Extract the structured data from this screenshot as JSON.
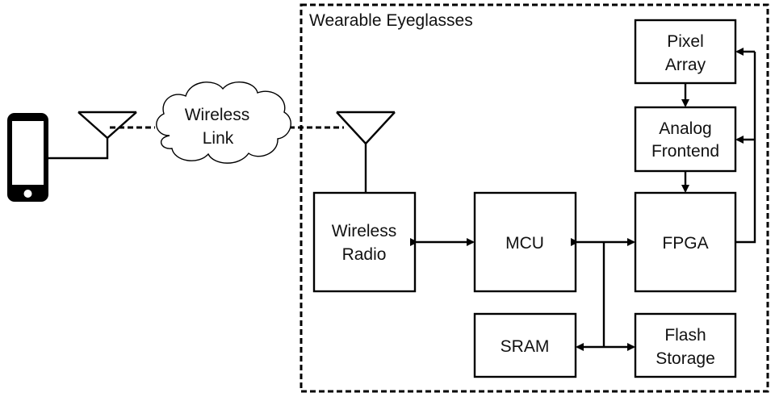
{
  "enclosure": {
    "label": "Wearable Eyeglasses"
  },
  "cloud": {
    "line1": "Wireless",
    "line2": "Link"
  },
  "blocks": {
    "pixel_array": {
      "line1": "Pixel",
      "line2": "Array"
    },
    "analog_frontend": {
      "line1": "Analog",
      "line2": "Frontend"
    },
    "fpga": {
      "line1": "FPGA"
    },
    "mcu": {
      "line1": "MCU"
    },
    "wireless_radio": {
      "line1": "Wireless",
      "line2": "Radio"
    },
    "sram": {
      "line1": "SRAM"
    },
    "flash_storage": {
      "line1": "Flash",
      "line2": "Storage"
    }
  },
  "icons": {
    "phone": "smartphone-icon",
    "antenna_left": "antenna-icon",
    "antenna_right": "antenna-icon"
  },
  "colors": {
    "stroke": "#000000",
    "background": "#ffffff",
    "cloud_fill": "#ffffff"
  }
}
